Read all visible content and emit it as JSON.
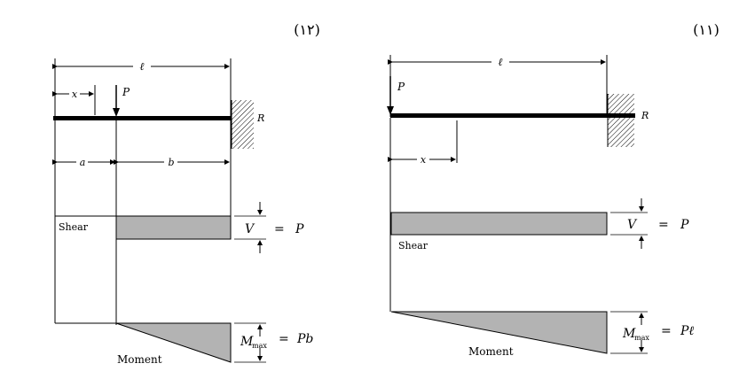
{
  "figures": [
    {
      "number": "(۱۲)",
      "labels": {
        "length": "ℓ",
        "x": "x",
        "load": "P",
        "reaction": "R",
        "a": "a",
        "b": "b",
        "shear": "Shear",
        "shear_eq_left": "V",
        "shear_eq_eq": "=",
        "shear_eq_right": "P",
        "moment": "Moment",
        "m_max_main": "M",
        "m_max_sub": "max",
        "m_max_eq": "=",
        "m_max_right": "Pb"
      }
    },
    {
      "number": "(۱۱)",
      "labels": {
        "length": "ℓ",
        "x": "x",
        "load": "P",
        "reaction": "R",
        "shear": "Shear",
        "shear_eq_left": "V",
        "shear_eq_eq": "=",
        "shear_eq_right": "P",
        "moment": "Moment",
        "m_max_main": "M",
        "m_max_sub": "max",
        "m_max_eq": "=",
        "m_max_right": "Pℓ"
      }
    }
  ],
  "colors": {
    "line": "#000000",
    "fill": "#b3b3b3",
    "background": "#ffffff"
  },
  "icons": {
    "support": "hatched-wall-icon",
    "load_arrow": "arrow-down-icon"
  }
}
